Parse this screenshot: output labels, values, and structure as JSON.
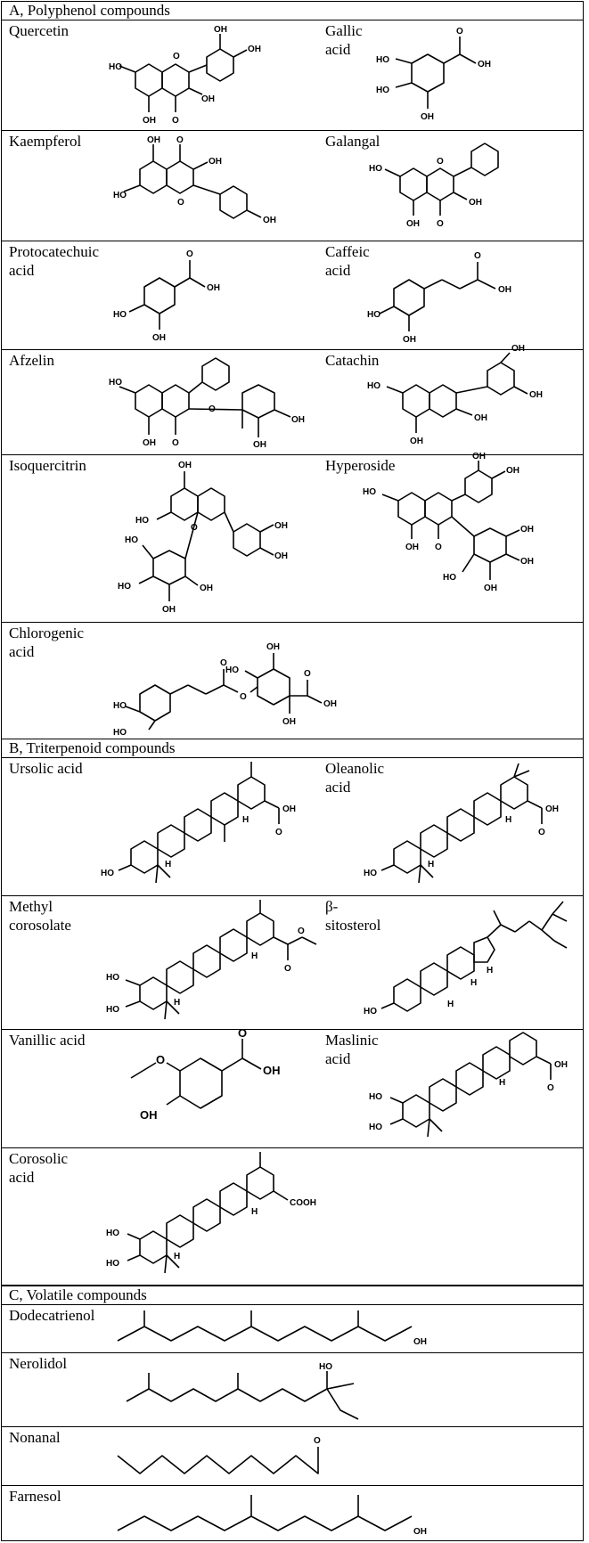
{
  "sections": {
    "a": "A, Polyphenol compounds",
    "b": "B, Triterpenoid compounds",
    "c": "C, Volatile compounds"
  },
  "compounds": {
    "quercetin": "Quercetin",
    "gallic_acid": [
      "Gallic",
      "acid"
    ],
    "kaempferol": "Kaempferol",
    "galangal": "Galangal",
    "protocatechuic_acid": [
      "Protocatechuic",
      "acid"
    ],
    "caffeic_acid": [
      "Caffeic",
      "acid"
    ],
    "afzelin": "Afzelin",
    "catachin": "Catachin",
    "isoquercitrin": "Isoquercitrin",
    "hyperoside": "Hyperoside",
    "chlorogenic_acid": [
      "Chlorogenic",
      "acid"
    ],
    "ursolic_acid": "Ursolic acid",
    "oleanolic_acid": [
      "Oleanolic",
      "acid"
    ],
    "methyl_corosolate": [
      "Methyl",
      "corosolate"
    ],
    "beta_sitosterol": [
      "β-",
      "sitosterol"
    ],
    "vanillic_acid": "Vanillic acid",
    "maslinic_acid": [
      "Maslinic",
      "acid"
    ],
    "corosolic_acid": [
      "Corosolic",
      "acid"
    ],
    "dodecatrienol": "Dodecatrienol",
    "nerolidol": "Nerolidol",
    "nonanal": "Nonanal",
    "farnesol": "Farnesol"
  },
  "atom_labels": {
    "oh": "OH",
    "ho": "HO",
    "o": "O",
    "h": "H",
    "cooh": "COOH"
  }
}
